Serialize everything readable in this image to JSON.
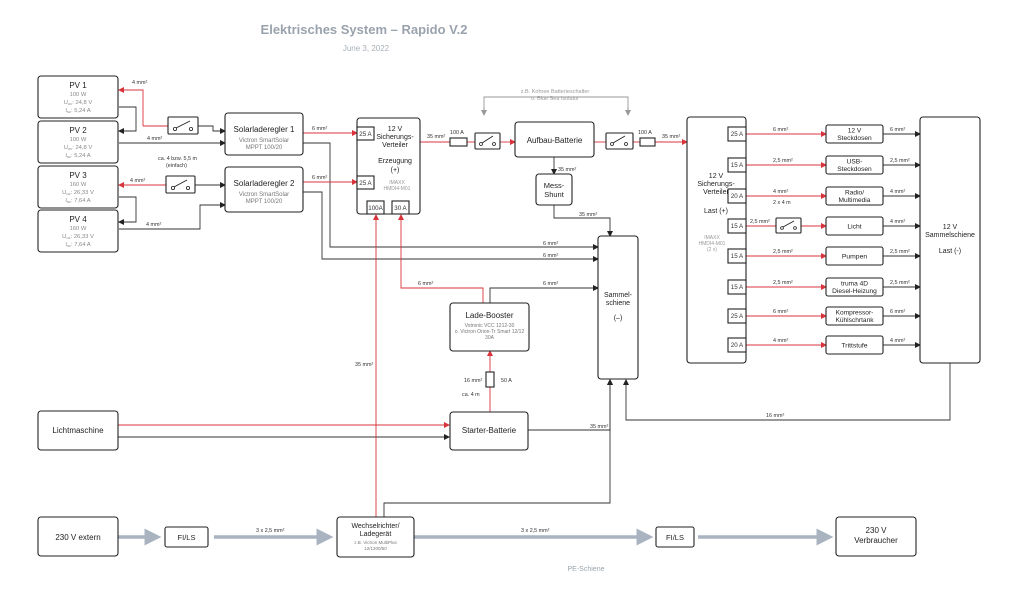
{
  "header": {
    "title": "Elektrisches System  –  Rapido V.2",
    "date": "June 3, 2022"
  },
  "pv": [
    {
      "name": "PV 1",
      "power": "100 W",
      "voc": "24,8 V",
      "isc": "5,24 A"
    },
    {
      "name": "PV 2",
      "power": "100 W",
      "voc": "24,8 V",
      "isc": "5,24 A"
    },
    {
      "name": "PV 3",
      "power": "160 W",
      "voc": "26,33 V",
      "isc": "7,64 A"
    },
    {
      "name": "PV 4",
      "power": "160 W",
      "voc": "26,33 V",
      "isc": "7,64 A"
    }
  ],
  "param_labels": {
    "voc_prefix": "U",
    "voc_sub": "oc",
    "isc_prefix": "I",
    "isc_sub": "sc",
    "sep": ": "
  },
  "solar_controllers": [
    {
      "name": "Solarladeregler 1",
      "line1": "Victron SmartSolar",
      "line2": "MPPT 100/20"
    },
    {
      "name": "Solarladeregler 2",
      "line1": "Victron SmartSolar",
      "line2": "MPPT 100/20"
    }
  ],
  "fuse_box_in": {
    "title_1": "12 V",
    "title_2": "Sicherungs-",
    "title_3": "Verteiler",
    "role_1": "Erzeugung",
    "role_2": "(+)",
    "model_1": "IMAXX",
    "model_2": "HMDI4-M01",
    "fuses": [
      "25 A",
      "25 A",
      "100A",
      "30 A"
    ]
  },
  "battery_main": {
    "label": "Aufbau-Batterie"
  },
  "shunt": {
    "line1": "Mess-",
    "line2": "Shunt"
  },
  "switch_note": {
    "line1": "z.B. Kohree Batterieschalter",
    "line2": "o. Blue Sea Isolator"
  },
  "fuse_box_out": {
    "title_1": "12 V",
    "title_2": "Sicherungs-",
    "title_3": "Verteiler",
    "role": "Last (+)",
    "model_1": "IMAXX",
    "model_2": "HMDI4-M01",
    "model_3": "(2 x)"
  },
  "loads": [
    {
      "fuse": "25 A",
      "wire_in": "6 mm²",
      "name_1": "12 V",
      "name_2": "Steckdosen",
      "wire_out": "6 mm²"
    },
    {
      "fuse": "15 A",
      "wire_in": "2,5 mm²",
      "name_1": "USB-",
      "name_2": "Steckdosen",
      "wire_out": "2,5 mm²"
    },
    {
      "fuse": "20 A",
      "wire_in": "4 mm²",
      "wire_in_2": "2 x 4 m",
      "name_1": "Radio/",
      "name_2": "Multimedia",
      "wire_out": "4 mm²"
    },
    {
      "fuse": "15 A",
      "wire_in": "2,5 mm²",
      "name_1": "Licht",
      "name_2": "",
      "wire_out": "4 mm²"
    },
    {
      "fuse": "15 A",
      "wire_in": "2,5 mm²",
      "name_1": "Pumpen",
      "name_2": "",
      "wire_out": "2,5 mm²"
    },
    {
      "fuse": "15 A",
      "wire_in": "2,5 mm²",
      "name_1": "truma 4D",
      "name_2": "Diesel-Heizung",
      "wire_out": "2,5 mm²"
    },
    {
      "fuse": "25 A",
      "wire_in": "6 mm²",
      "name_1": "Kompressor-",
      "name_2": "Kühlschrtank",
      "wire_out": "6 mm²"
    },
    {
      "fuse": "20 A",
      "wire_in": "4 mm²",
      "name_1": "Trittstufe",
      "name_2": "",
      "wire_out": "4 mm²"
    }
  ],
  "busbar_load": {
    "line1": "12 V",
    "line2": "Sammelschiene",
    "line3": "Last (-)"
  },
  "busbar_neg": {
    "line1": "Sammel-",
    "line2": "schiene",
    "line3": "(–)"
  },
  "booster": {
    "name": "Lade-Booster",
    "line1": "Votronic VCC 1212-30",
    "line2": "o. Victron Orion-Tr Smart 12/12",
    "line3": "30A"
  },
  "alternator": {
    "label": "Lichtmaschine"
  },
  "starter_battery": {
    "label": "Starter-Batterie"
  },
  "ac": {
    "source": "230 V extern",
    "rcd_1": "FI/LS",
    "inverter_1": "Wechselrichter/",
    "inverter_2": "Ladegerät",
    "inverter_3": "z.B. Victron MultiPlus",
    "inverter_4": "12/1200/50",
    "rcd_2": "FI/LS",
    "load_1": "230 V",
    "load_2": "Verbraucher",
    "pe": "PE-Schiene"
  },
  "wires": {
    "w_4": "4 mm²",
    "w_6": "6 mm²",
    "w_35": "35 mm²",
    "w_16": "16 mm²",
    "w_3x25": "3 x 2,5 mm²",
    "pv3_len_1": "ca. 4 bzw. 5,5 m",
    "pv3_len_2": "(einfach)",
    "fuse_100": "100 A",
    "fuse_50": "50 A",
    "len_4m": "ca.  4 m"
  },
  "colors": {
    "red": "#d9343c",
    "grey": "#999999",
    "ac_line": "#a9b4c0",
    "text_grey": "#9aa3ad"
  }
}
